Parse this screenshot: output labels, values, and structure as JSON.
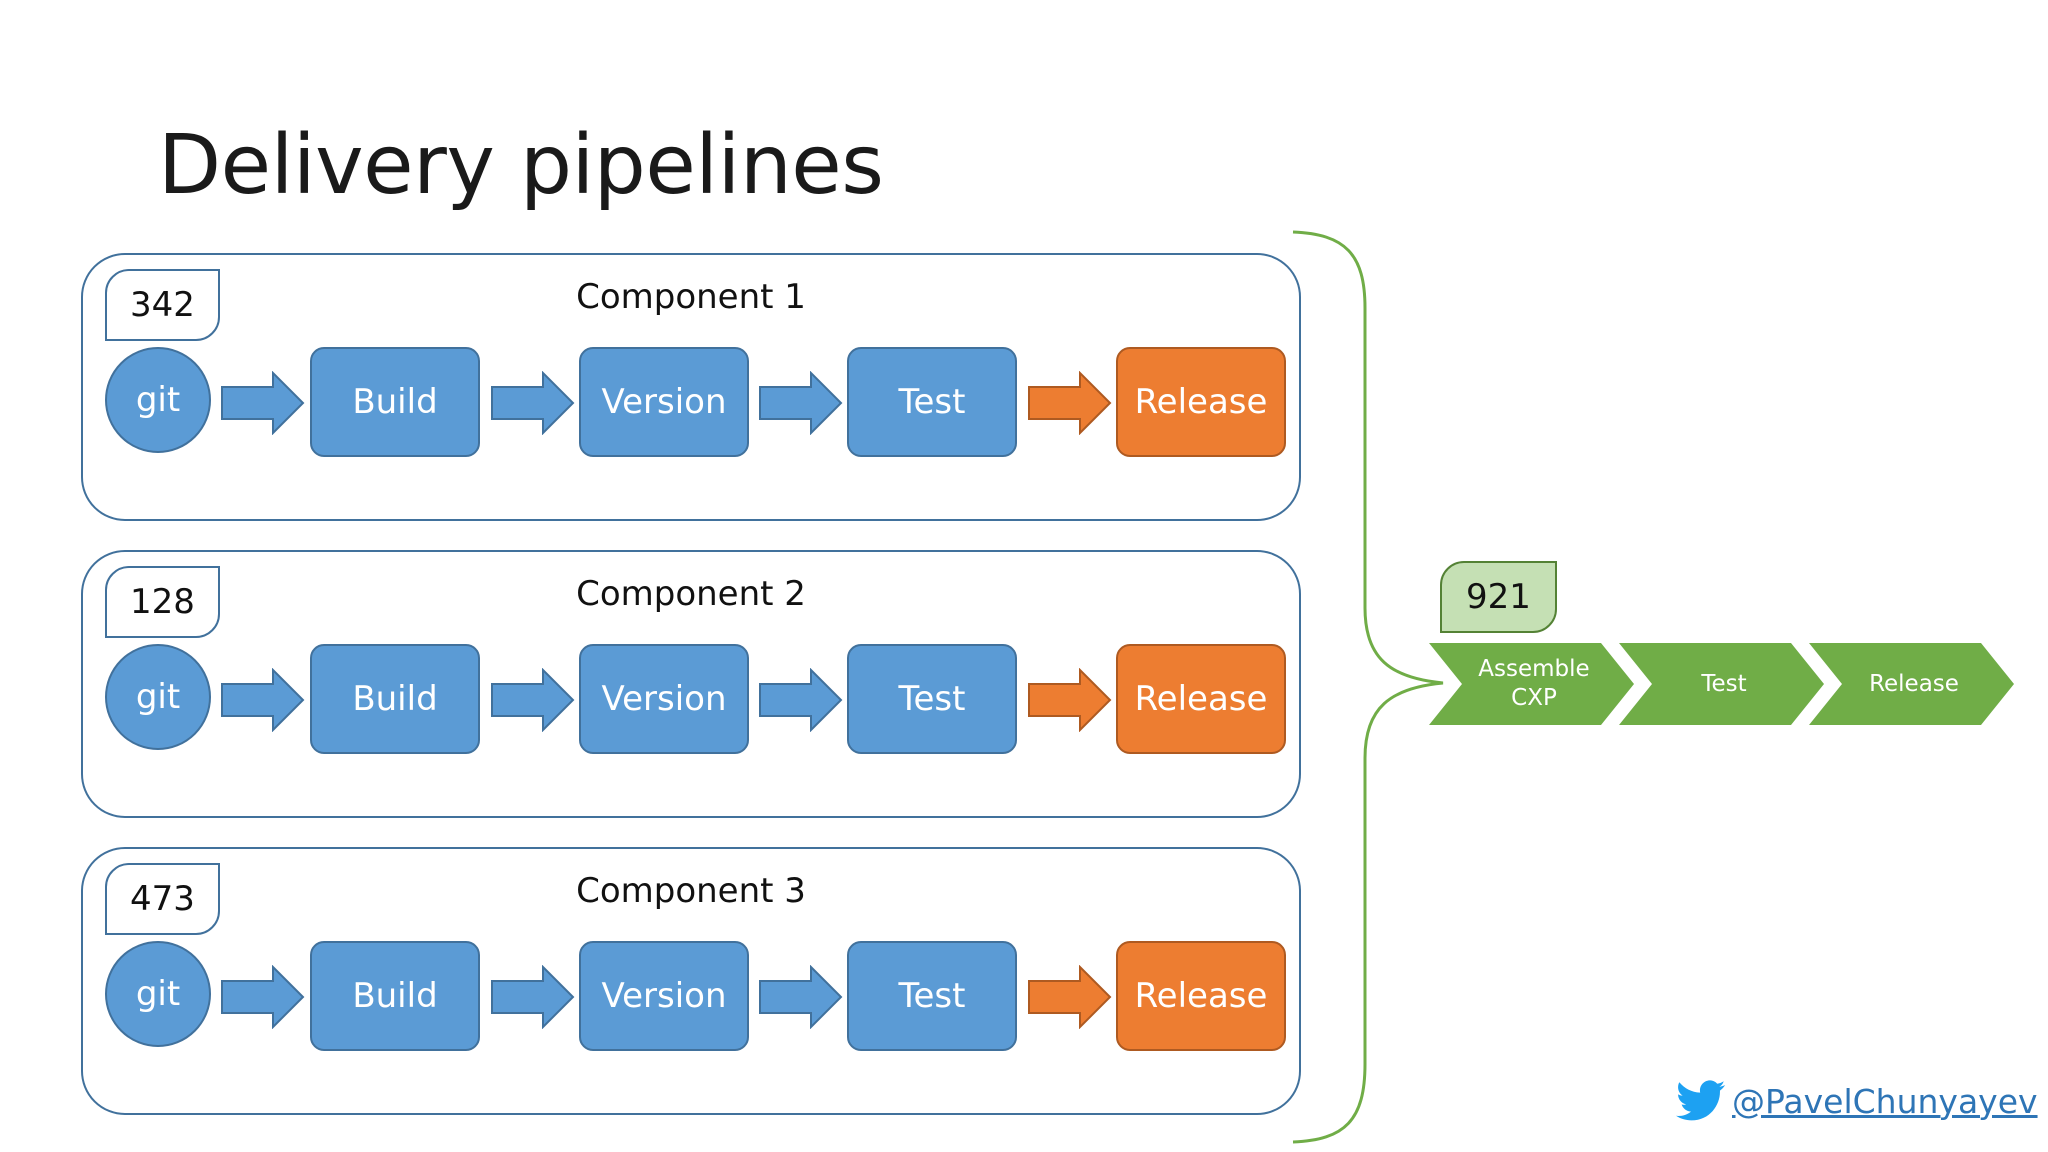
{
  "title": "Delivery pipelines",
  "colors": {
    "blue": "#5b9bd5",
    "blue_border": "#41719c",
    "orange": "#ed7d31",
    "green": "#70ad47",
    "green_light": "#c5e0b4",
    "twitter": "#1da1f2",
    "link": "#2e75b6"
  },
  "components": [
    {
      "name": "Component 1",
      "count": "342",
      "source": "git",
      "steps": [
        "Build",
        "Version",
        "Test",
        "Release"
      ]
    },
    {
      "name": "Component 2",
      "count": "128",
      "source": "git",
      "steps": [
        "Build",
        "Version",
        "Test",
        "Release"
      ]
    },
    {
      "name": "Component 3",
      "count": "473",
      "source": "git",
      "steps": [
        "Build",
        "Version",
        "Test",
        "Release"
      ]
    }
  ],
  "product": {
    "count": "921",
    "stages": [
      "Assemble\nCXP",
      "Test",
      "Release"
    ]
  },
  "footer": {
    "icon": "twitter-bird-icon",
    "handle": "@PavelChunyayev"
  }
}
